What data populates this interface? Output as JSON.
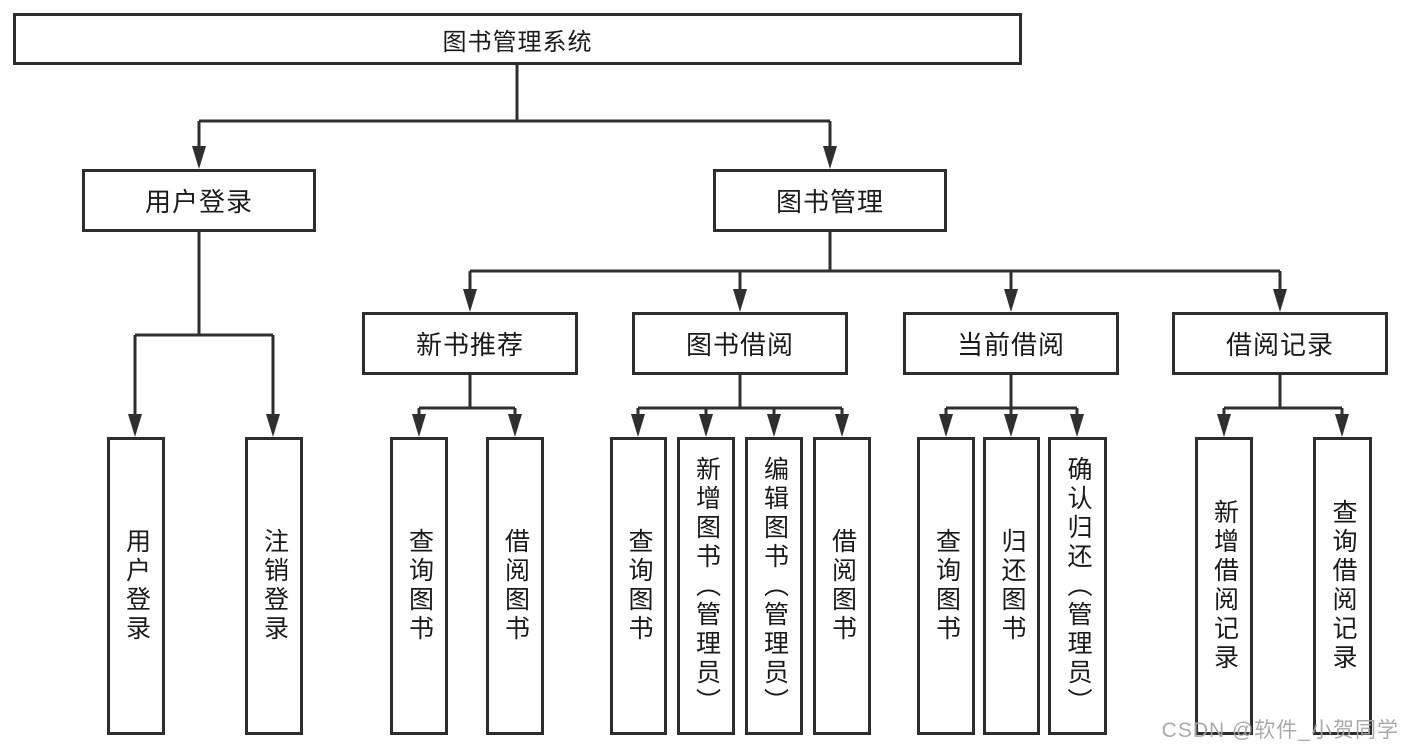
{
  "diagram": {
    "root": {
      "label": "图书管理系统"
    },
    "branches": [
      {
        "label": "用户登录",
        "children": [
          {
            "label": "用户登录"
          },
          {
            "label": "注销登录"
          }
        ]
      },
      {
        "label": "图书管理",
        "modules": [
          {
            "label": "新书推荐",
            "children": [
              {
                "label": "查询图书"
              },
              {
                "label": "借阅图书"
              }
            ]
          },
          {
            "label": "图书借阅",
            "children": [
              {
                "label": "查询图书"
              },
              {
                "label": "新增图书（管理员）"
              },
              {
                "label": "编辑图书（管理员）"
              },
              {
                "label": "借阅图书"
              }
            ]
          },
          {
            "label": "当前借阅",
            "children": [
              {
                "label": "查询图书"
              },
              {
                "label": "归还图书"
              },
              {
                "label": "确认归还（管理员）"
              }
            ]
          },
          {
            "label": "借阅记录",
            "children": [
              {
                "label": "新增借阅记录"
              },
              {
                "label": "查询借阅记录"
              }
            ]
          }
        ]
      }
    ],
    "watermark": "CSDN @软件_小贺同学",
    "colors": {
      "line": "#2f2f2f",
      "text": "#1a1a1a",
      "watermark": "#a5a5a5",
      "background": "#ffffff"
    }
  }
}
